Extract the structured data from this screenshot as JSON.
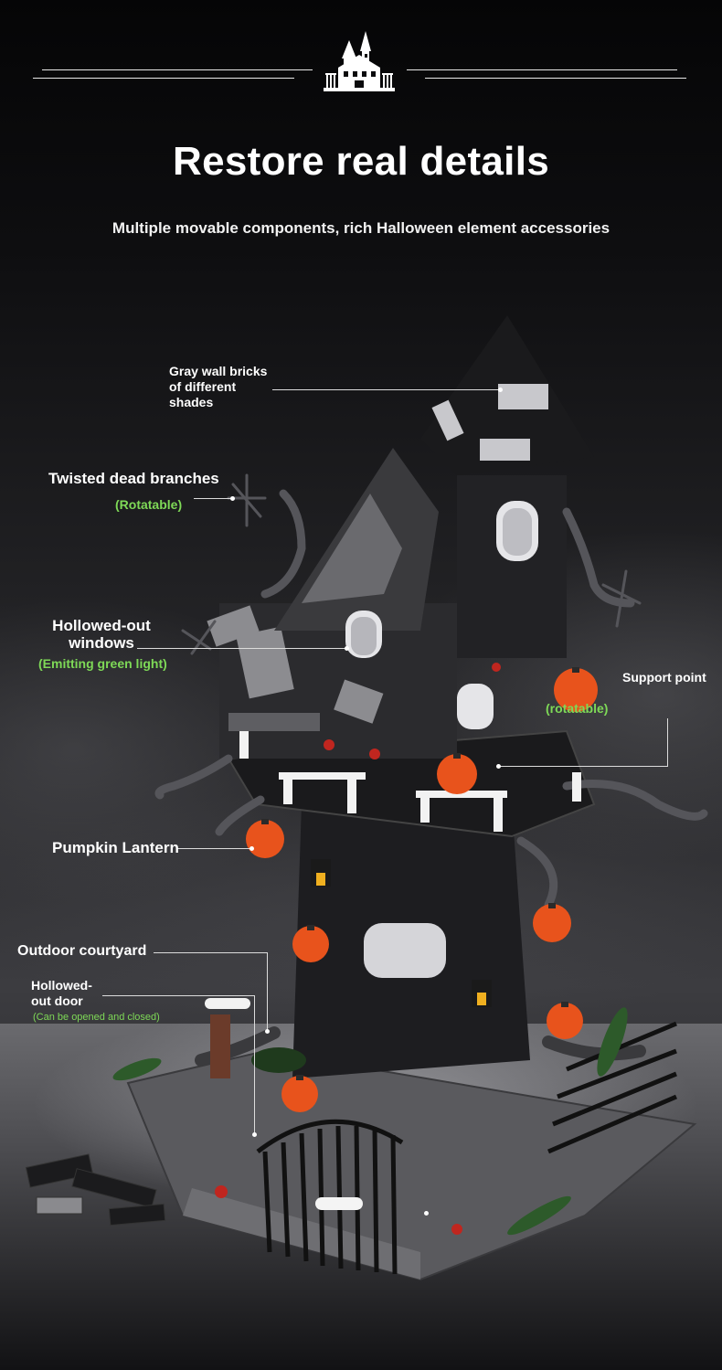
{
  "header": {
    "icon": "haunted-house-icon",
    "title": "Restore real details",
    "subtitle": "Multiple movable components, rich Halloween element accessories"
  },
  "callouts": {
    "gray_wall": {
      "line1": "Gray wall bricks",
      "line2": "of different",
      "line3": "shades"
    },
    "branches": {
      "label": "Twisted dead branches",
      "note": "(Rotatable)"
    },
    "windows": {
      "line1": "Hollowed-out",
      "line2": "windows",
      "note": "(Emitting green light)"
    },
    "support": {
      "label": "Support point",
      "note": "(rotatable)"
    },
    "pumpkin": {
      "label": "Pumpkin Lantern"
    },
    "courtyard": {
      "label": "Outdoor courtyard"
    },
    "door": {
      "line1": "Hollowed-",
      "line2": "out door",
      "note": "(Can be opened and closed)"
    }
  },
  "colors": {
    "accent_green": "#7ed957",
    "pumpkin_orange": "#e8531c",
    "brick_dark": "#2b2b2e",
    "brick_gray": "#8c8c90"
  }
}
